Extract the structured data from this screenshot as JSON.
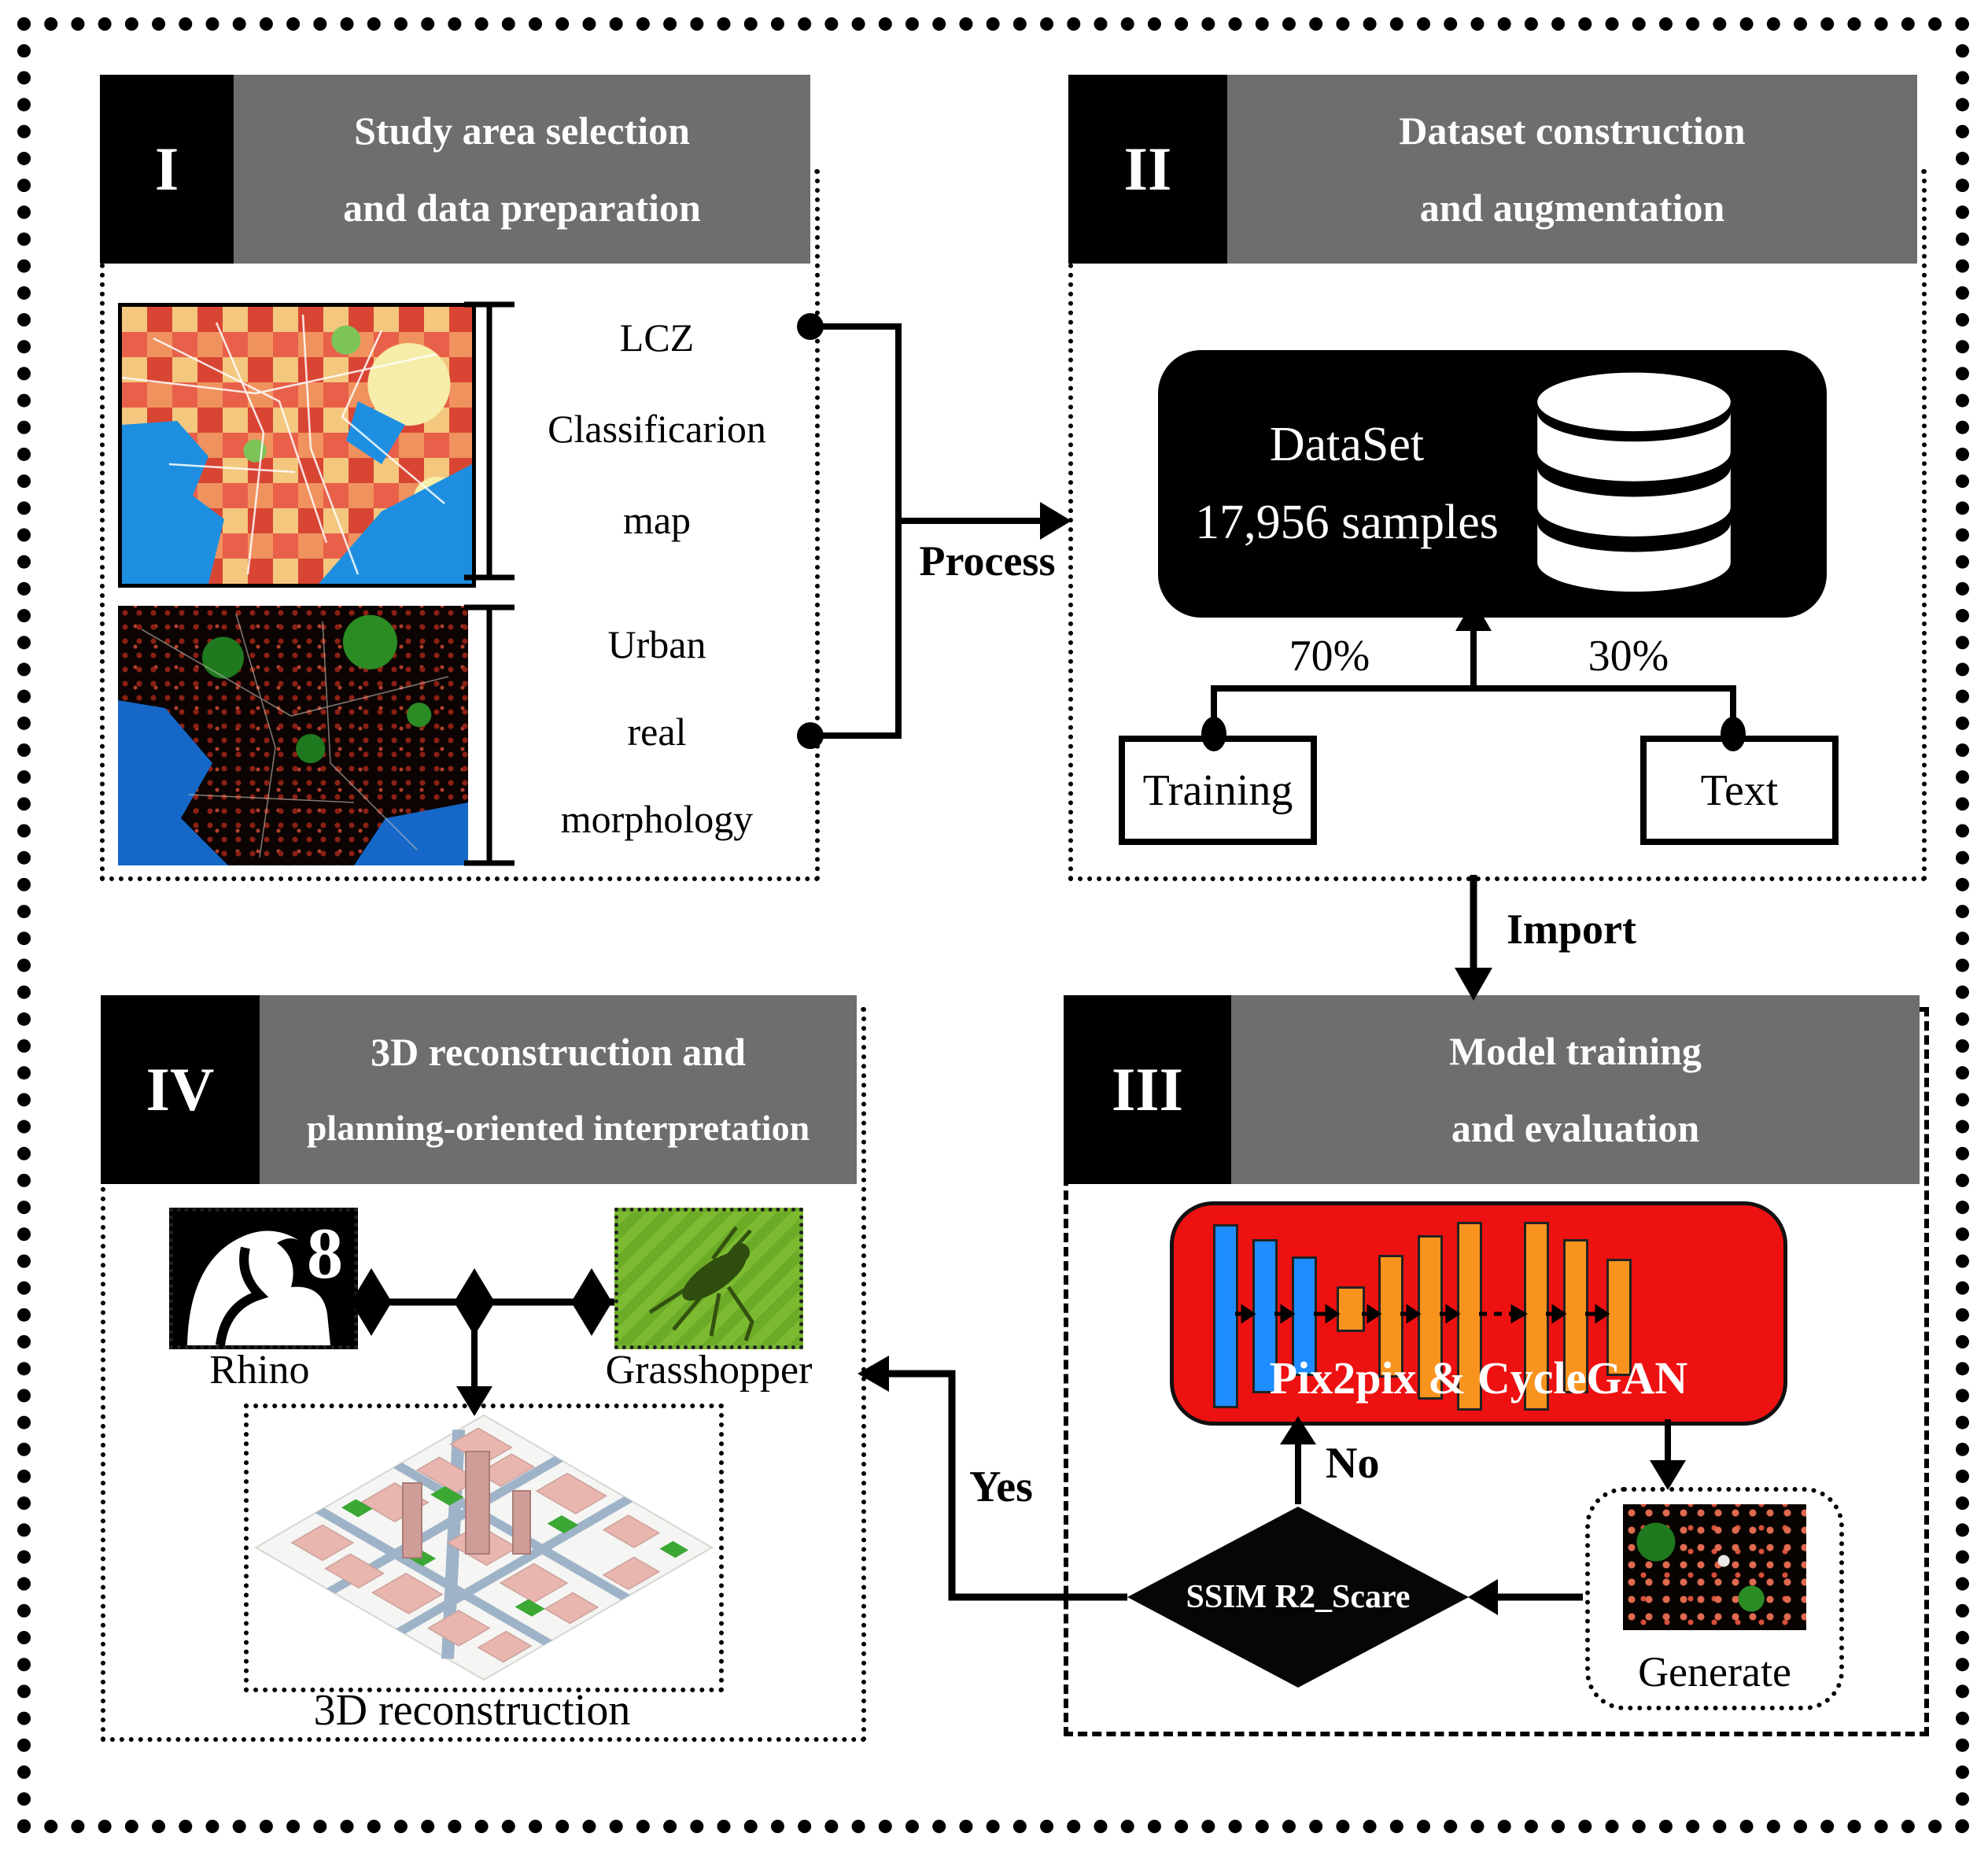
{
  "colors": {
    "header_gray": "#6e6e6e",
    "gan_red": "#ee1111",
    "encoder_blue": "#1e8dff",
    "decoder_orange": "#f8941e",
    "grasshopper_green": "#7cbb31",
    "water_blue": "#1e8fe0"
  },
  "panels": {
    "p1": {
      "numeral": "I",
      "title1": "Study area selection",
      "title2": "and data preparation"
    },
    "p2": {
      "numeral": "II",
      "title1": "Dataset construction",
      "title2": "and augmentation"
    },
    "p3": {
      "numeral": "III",
      "title1": "Model training",
      "title2": "and evaluation"
    },
    "p4": {
      "numeral": "IV",
      "title1": "3D reconstruction and",
      "title2": "planning-oriented interpretation"
    }
  },
  "p1": {
    "map1_label": [
      "LCZ",
      "Classificarion",
      "map"
    ],
    "map2_label": [
      "Urban",
      "real",
      "morphology"
    ],
    "process_label": "Process"
  },
  "p2": {
    "dataset_title": "DataSet",
    "dataset_samples": "17,956 samples",
    "split_left": "70%",
    "split_right": "30%",
    "training_label": "Training",
    "text_label": "Text"
  },
  "import_label": "Import",
  "p3": {
    "model_label": "Pix2pix & CycleGAN",
    "no_label": "No",
    "yes_label": "Yes",
    "diamond_label": "SSIM R2_Scare",
    "generate_label": "Generate"
  },
  "p4": {
    "rhino_label": "Rhino",
    "rhino_number": "8",
    "grasshopper_label": "Grasshopper",
    "recon_label": "3D reconstruction"
  }
}
